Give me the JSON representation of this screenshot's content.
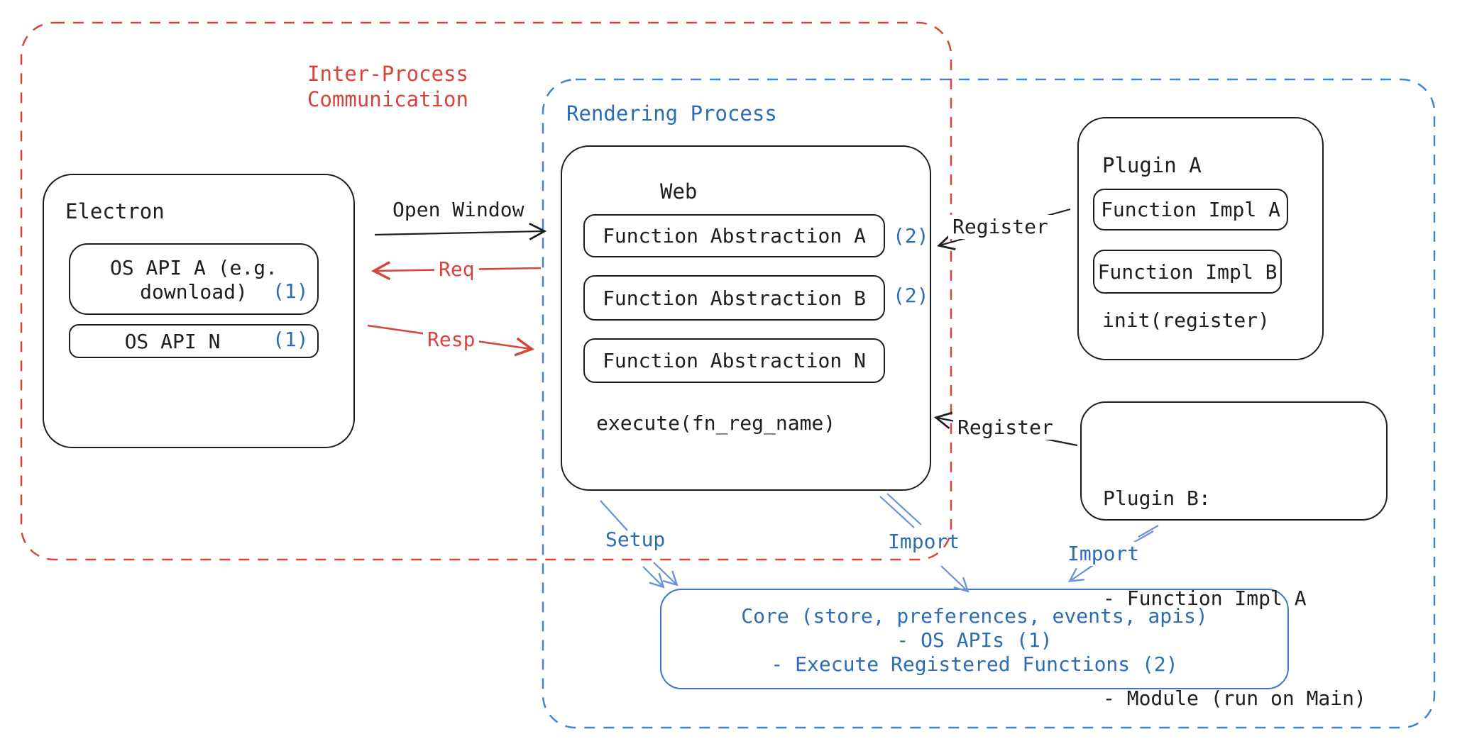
{
  "colors": {
    "ink": "#1e1e1e",
    "red": "#d8433c",
    "blue_text": "#2b6cb5",
    "blue_dash": "#4285ce",
    "blue_arrow": "#6b92d2",
    "core_border": "#3f78c8"
  },
  "regions": {
    "ipc": {
      "label": "Inter-Process Communication"
    },
    "rendering": {
      "label": "Rendering Process"
    }
  },
  "electron": {
    "title": "Electron",
    "os_api_a": {
      "line1": "OS API A (e.g.",
      "line2": "download)",
      "badge": "(1)"
    },
    "os_api_n": {
      "label": "OS API N",
      "badge": "(1)"
    }
  },
  "web": {
    "title": "Web",
    "fn_abstraction_a": {
      "label": "Function Abstraction A",
      "badge": "(2)"
    },
    "fn_abstraction_b": {
      "label": "Function Abstraction B",
      "badge": "(2)"
    },
    "fn_abstraction_n": {
      "label": "Function Abstraction N"
    },
    "execute_label": "execute(fn_reg_name)"
  },
  "plugin_a": {
    "title": "Plugin A",
    "impl_a": "Function Impl A",
    "impl_b": "Function Impl B",
    "init_label": "init(register)"
  },
  "plugin_b": {
    "title": "Plugin B:",
    "item1": "- Function Impl A",
    "item2": "- Module (run on Main)"
  },
  "core": {
    "line1": "Core (store, preferences, events, apis)",
    "line2": "- OS APIs (1)",
    "line3": "- Execute Registered Functions (2)"
  },
  "edges": {
    "open_window": "Open Window",
    "req": "Req",
    "resp": "Resp",
    "register_top": "Register",
    "register_bottom": "Register",
    "setup": "Setup",
    "import_web": "Import",
    "import_plugin": "Import"
  }
}
